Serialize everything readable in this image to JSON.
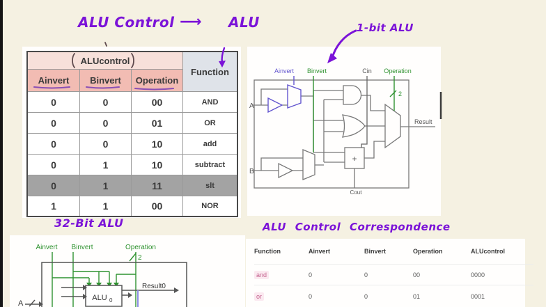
{
  "handwriting": {
    "title_left": "ALU Control",
    "title_arrow": "⟶",
    "title_right": "ALU",
    "one_bit": "1-bit ALU",
    "thirty_two_bit": "32-Bit ALU",
    "correspondence": "ALU Control Correspondence"
  },
  "alu_table": {
    "group_header": "ALUcontrol",
    "function_header": "Function",
    "col_headers": [
      "Ainvert",
      "Binvert",
      "Operation"
    ],
    "rows": [
      {
        "ainvert": "0",
        "binvert": "0",
        "operation": "00",
        "function": "AND"
      },
      {
        "ainvert": "0",
        "binvert": "0",
        "operation": "01",
        "function": "OR"
      },
      {
        "ainvert": "0",
        "binvert": "0",
        "operation": "10",
        "function": "add"
      },
      {
        "ainvert": "0",
        "binvert": "1",
        "operation": "10",
        "function": "subtract"
      },
      {
        "ainvert": "0",
        "binvert": "1",
        "operation": "11",
        "function": "slt"
      },
      {
        "ainvert": "1",
        "binvert": "1",
        "operation": "00",
        "function": "NOR"
      }
    ]
  },
  "one_bit_alu": {
    "ainvert": "Ainvert",
    "binvert": "Binvert",
    "cin": "Cin",
    "operation": "Operation",
    "bus_width": "2",
    "a": "A",
    "b": "B",
    "adder": "+",
    "result": "Result",
    "cout": "Cout"
  },
  "thirty_two_bit_alu": {
    "ainvert": "Ainvert",
    "binvert": "Binvert",
    "operation": "Operation",
    "bus_width": "2",
    "alu": "ALU",
    "alu_index": "0",
    "result0": "Result0",
    "a": "A"
  },
  "correspondence_table": {
    "headers": [
      "Function",
      "Ainvert",
      "Binvert",
      "Operation",
      "ALUcontrol"
    ],
    "rows": [
      {
        "function": "and",
        "ainvert": "0",
        "binvert": "0",
        "operation": "00",
        "alucontrol": "0000"
      },
      {
        "function": "or",
        "ainvert": "0",
        "binvert": "0",
        "operation": "01",
        "alucontrol": "0001"
      }
    ]
  },
  "colors": {
    "handwriting_purple": "#7b13d8",
    "circuit_green": "#2f9230",
    "circuit_purple": "#6356cf",
    "pink_subheader": "#f2bcb3",
    "pink_group_header": "#f7e0da",
    "function_header_bg": "#dfe3e9",
    "slt_row_bg": "#a3a3a3",
    "function_pink_text": "#c4648f",
    "background_cream": "#f5f1e2"
  }
}
